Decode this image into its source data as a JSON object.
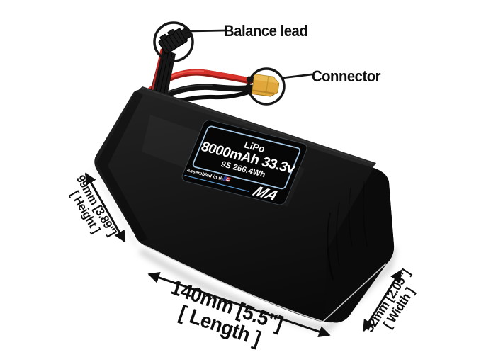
{
  "annotations": {
    "balance_lead": "Balance lead",
    "connector": "Connector"
  },
  "battery_label": {
    "chemistry": "LiPo",
    "capacity_voltage": "8000mAh 33.3v",
    "config_energy": "9S 266.4Wh",
    "assembled_text": "Assembled in the",
    "logo_text": "MA"
  },
  "dimensions": {
    "length_value": "140mm [5.5\"]",
    "length_label": "[ Length ]",
    "height_value": "99mm [3.89\"]",
    "height_label": "[ Height ]",
    "width_value": "52mm [2.05\"]",
    "width_label": "[ Width ]"
  },
  "colors": {
    "battery_black": "#141414",
    "label_border_blue": "#a6c8e4",
    "logo_blue": "#4a8fd4",
    "wire_red": "#d7322b",
    "connector_yellow": "#dfa63c",
    "annotation_ink": "#101010"
  }
}
